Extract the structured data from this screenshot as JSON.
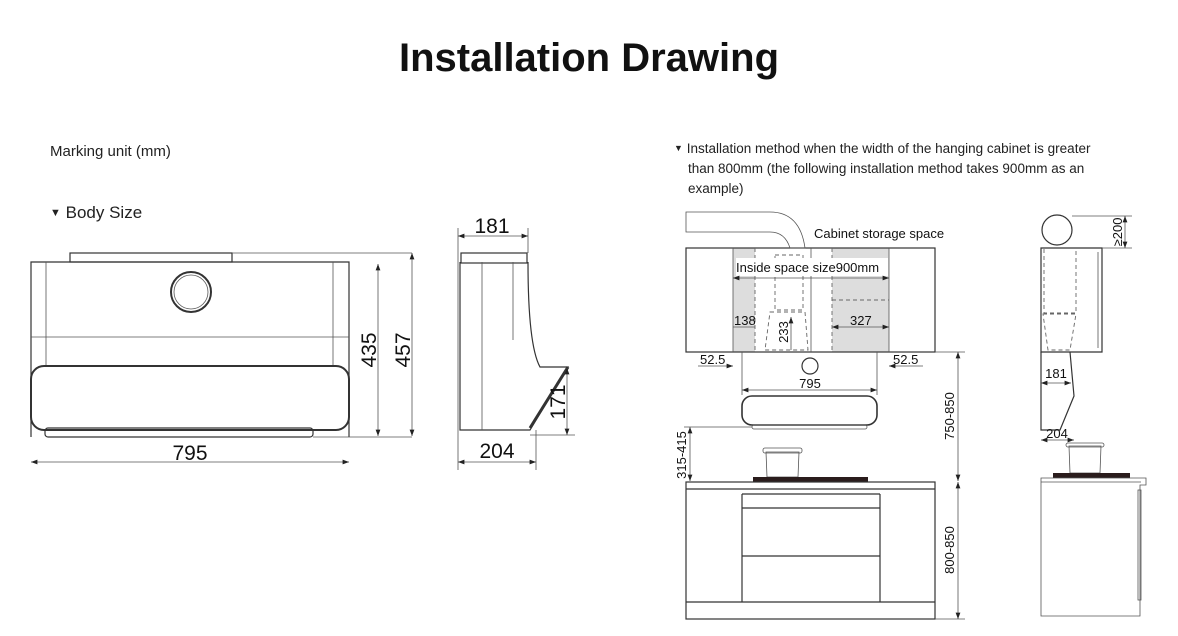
{
  "title": "Installation Drawing",
  "marking_unit": "Marking unit (mm)",
  "body_size": {
    "label": "Body Size",
    "width": "795",
    "height_inner": "435",
    "height_total": "457",
    "depth_top": "181",
    "depth_bottom": "204",
    "panel_height": "171"
  },
  "installation": {
    "note_lines": [
      "Installation method when the width of the hanging cabinet is greater",
      "than 800mm (the following installation method takes 900mm as an",
      "example)"
    ],
    "cabinet_storage_label": "Cabinet storage space",
    "inside_space_label": "Inside space size900mm",
    "dim_left_gap": "138",
    "dim_duct": "233",
    "dim_right_gap": "327",
    "dim_side_left": "52.5",
    "dim_side_right": "52.5",
    "dim_hood_width": "795",
    "dim_hood_to_counter": "750-850",
    "dim_hood_above_cooktop": "315-415",
    "dim_counter_height": "800-850",
    "dim_duct_clearance": "≥200",
    "dim_side_depth_top": "181",
    "dim_side_depth_bottom": "204"
  }
}
